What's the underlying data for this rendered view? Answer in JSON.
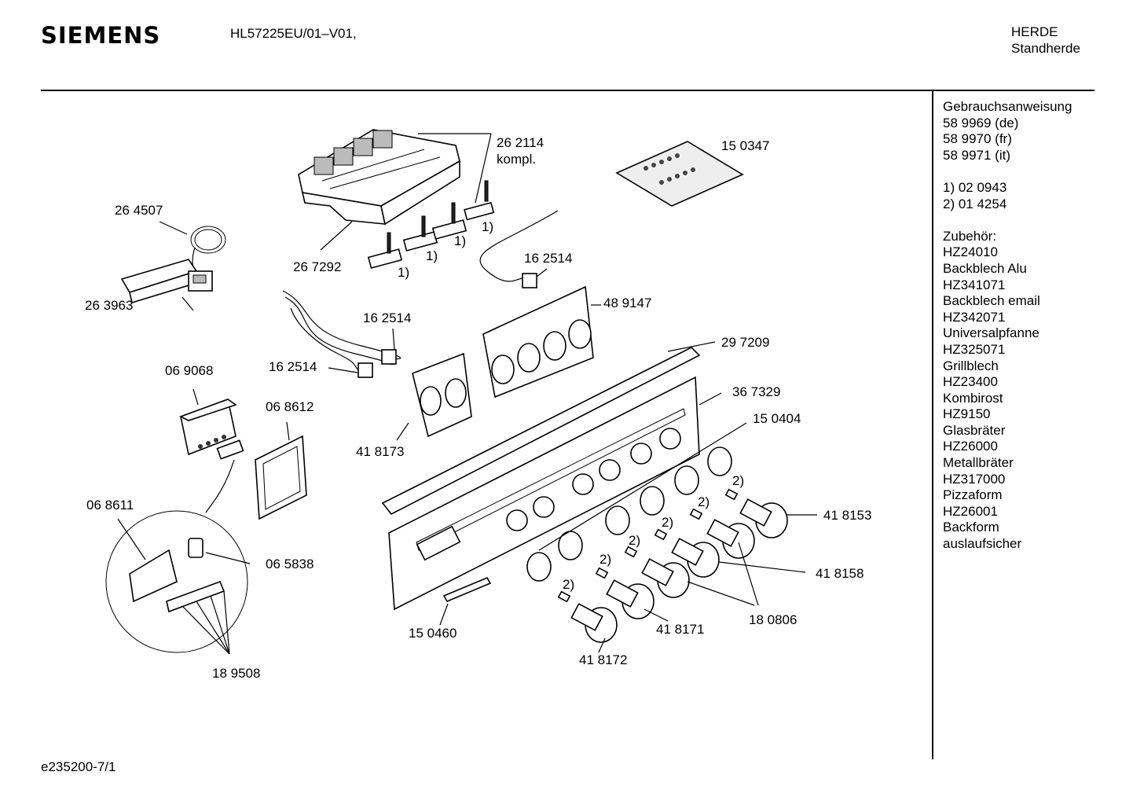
{
  "header": {
    "brand": "SIEMENS",
    "model": "HL57225EU/01–V01,",
    "category": "HERDE",
    "subcategory": "Standherde"
  },
  "sidebar": {
    "lines": [
      "Gebrauchsanweisung",
      "58 9969 (de)",
      "58 9970 (fr)",
      "58 9971 (it)",
      "",
      "1) 02 0943",
      "2) 01 4254",
      "",
      "Zubehör:",
      "HZ24010",
      "Backblech Alu",
      "HZ341071",
      "Backblech email",
      "HZ342071",
      "Universalpfanne",
      "HZ325071",
      "Grillblech",
      "HZ23400",
      "Kombirost",
      "HZ9150",
      "Glasbräter",
      "HZ26000",
      "Metallbräter",
      "HZ317000",
      "Pizzaform",
      "HZ26001",
      "Backform",
      "auslaufsicher"
    ]
  },
  "diagram": {
    "labels": {
      "l262114": "26 2114",
      "lkompl": "kompl.",
      "l150347": "15 0347",
      "l264507": "26 4507",
      "l263963": "26 3963",
      "l267292": "26 7292",
      "n1a": "1)",
      "n1b": "1)",
      "n1c": "1)",
      "n1d": "1)",
      "l162514a": "16 2514",
      "l162514b": "16 2514",
      "l162514c": "16 2514",
      "l489147": "48 9147",
      "l297209": "29 7209",
      "l069068": "06 9068",
      "l068612": "06 8612",
      "l367329": "36 7329",
      "l150404": "15 0404",
      "l418173": "41 8173",
      "l068611": "06 8611",
      "l065838": "06 5838",
      "l189508": "18 9508",
      "l150460": "15 0460",
      "l418153": "41 8153",
      "l418158": "41 8158",
      "l180806": "18 0806",
      "l418171": "41 8171",
      "l418172": "41 8172",
      "n2a": "2)",
      "n2b": "2)",
      "n2c": "2)",
      "n2d": "2)",
      "n2e": "2)",
      "n2f": "2)"
    }
  },
  "footer": {
    "code": "e235200-7/1"
  }
}
